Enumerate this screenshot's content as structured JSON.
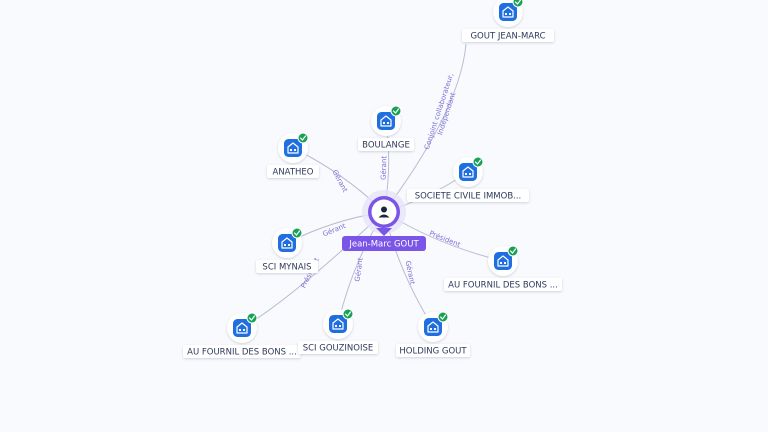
{
  "center": {
    "label": "Jean-Marc GOUT",
    "icon": "person-icon"
  },
  "nodes": [
    {
      "id": "gout-jean-marc",
      "label": "GOUT JEAN-MARC",
      "icon": "company-icon",
      "verified": true
    },
    {
      "id": "boulange",
      "label": "BOULANGE",
      "icon": "company-icon",
      "verified": true
    },
    {
      "id": "anatheo",
      "label": "ANATHEO",
      "icon": "company-icon",
      "verified": true
    },
    {
      "id": "societe-civile",
      "label": "SOCIETE CIVILE IMMOB...",
      "icon": "company-icon",
      "verified": true
    },
    {
      "id": "sci-mynais",
      "label": "SCI MYNAIS",
      "icon": "company-icon",
      "verified": true
    },
    {
      "id": "au-fournil-right",
      "label": "AU FOURNIL DES BONS ...",
      "icon": "company-icon",
      "verified": true
    },
    {
      "id": "au-fournil-left",
      "label": "AU FOURNIL DES BONS ...",
      "icon": "company-icon",
      "verified": true
    },
    {
      "id": "sci-gouzinoise",
      "label": "SCI GOUZINOISE",
      "icon": "company-icon",
      "verified": true
    },
    {
      "id": "holding-gout",
      "label": "HOLDING GOUT",
      "icon": "company-icon",
      "verified": true
    }
  ],
  "edges": [
    {
      "target": "gout-jean-marc",
      "label": "Conjoint collaborateur, Indépendant"
    },
    {
      "target": "boulange",
      "label": "Gérant"
    },
    {
      "target": "anatheo",
      "label": "Gérant"
    },
    {
      "target": "societe-civile",
      "label": ""
    },
    {
      "target": "sci-mynais",
      "label": "Gérant"
    },
    {
      "target": "au-fournil-right",
      "label": "Président"
    },
    {
      "target": "au-fournil-left",
      "label": "Président"
    },
    {
      "target": "sci-gouzinoise",
      "label": "Gérant"
    },
    {
      "target": "holding-gout",
      "label": "Gérant"
    }
  ],
  "colors": {
    "background": "#f9fafd",
    "edge": "#b8bdd3",
    "edge_label": "#7b6fd6",
    "company_icon": "#1f6fe0",
    "verified_badge": "#19a155",
    "center": "#7b55e8",
    "label_text": "#2d3a5a"
  }
}
